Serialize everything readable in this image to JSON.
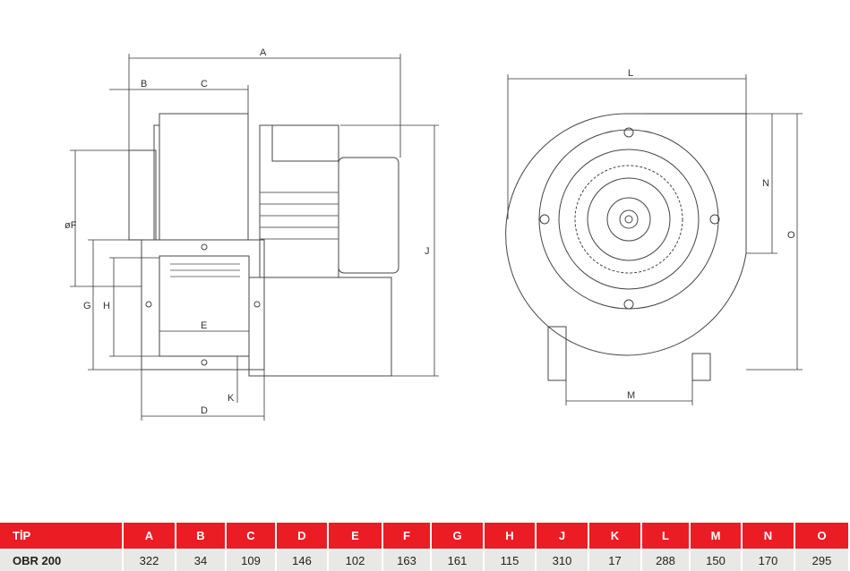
{
  "dimension_labels": {
    "A": "A",
    "B": "B",
    "C": "C",
    "D": "D",
    "E": "E",
    "F": "øF",
    "G": "G",
    "H": "H",
    "J": "J",
    "K": "K",
    "L": "L",
    "M": "M",
    "N": "N",
    "O": "O"
  },
  "table": {
    "headers": [
      "TİP",
      "A",
      "B",
      "C",
      "D",
      "E",
      "F",
      "G",
      "H",
      "J",
      "K",
      "L",
      "M",
      "N",
      "O"
    ],
    "rows": [
      [
        "OBR 200",
        "322",
        "34",
        "109",
        "146",
        "102",
        "163",
        "161",
        "115",
        "310",
        "17",
        "288",
        "150",
        "170",
        "295"
      ]
    ]
  },
  "colors": {
    "header_bg": "#ec1c24",
    "row_bg": "#e8e8e6"
  }
}
